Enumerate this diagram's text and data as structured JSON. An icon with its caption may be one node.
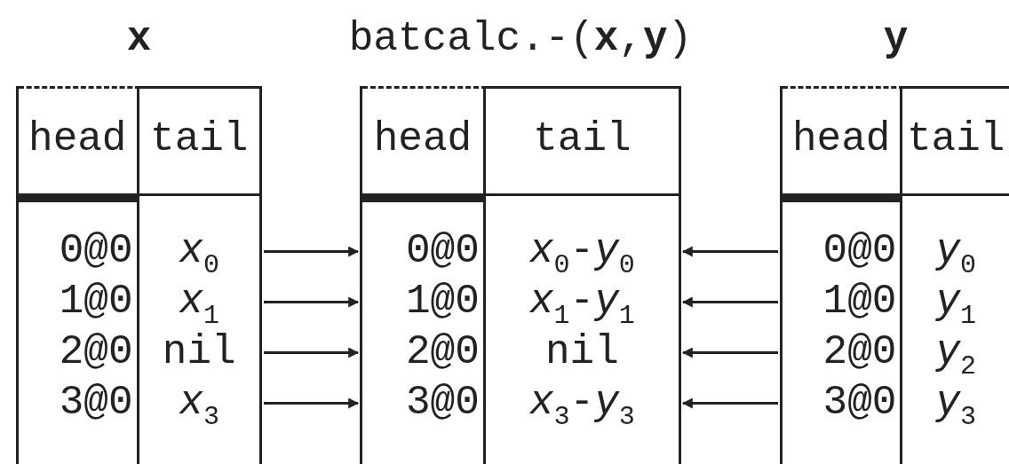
{
  "diagram": {
    "nodes": [
      {
        "text": [
          "head",
          "tail",
          "0@0",
          "*x*$_{0}$",
          "1@0",
          "*x*$_{1}$",
          "2@0",
          "nil",
          "3@0",
          "*x*$_{3}$"
        ],
        "beside": [
          "x"
        ]
      },
      {
        "text": [
          "head",
          "tail",
          "0@0",
          "*x*$_{0}$-*y*$_{0}$",
          "1@0",
          "*x*$_{1}$-*y*$_{1}$",
          "2@0",
          "nil",
          "3@0",
          "*x*$_{3}$-*y*$_{3}$"
        ],
        "beside": [
          "batcalc.-(**x**,**y**)"
        ]
      },
      {
        "text": [
          "head",
          "tail",
          "0@0",
          "*y*$_{0}$",
          "1@0",
          "*y*$_{1}$",
          "2@0",
          "*y*$_{2}$",
          "3@0",
          "*y*$_{3}$"
        ],
        "beside": [
          "y"
        ]
      }
    ],
    "edges": [
      {
        "from": 0,
        "to": 1,
        "arrow": "to"
      },
      {
        "from": 0,
        "to": 1,
        "arrow": "to"
      },
      {
        "from": 0,
        "to": 1,
        "arrow": "to"
      },
      {
        "from": 0,
        "to": 1,
        "arrow": "to"
      },
      {
        "from": 2,
        "to": 1,
        "arrow": "to"
      },
      {
        "from": 2,
        "to": 1,
        "arrow": "to"
      },
      {
        "from": 2,
        "to": 1,
        "arrow": "to"
      },
      {
        "from": 2,
        "to": 1,
        "arrow": "to"
      }
    ]
  }
}
